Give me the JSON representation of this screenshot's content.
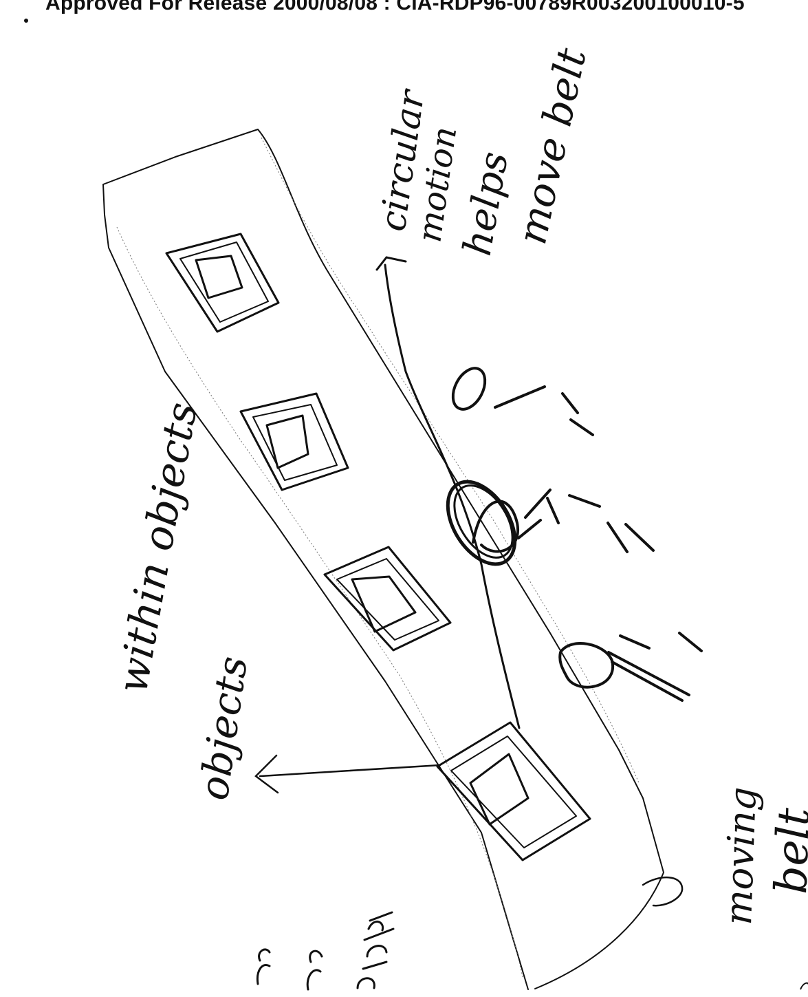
{
  "header": {
    "approval_stamp": "Approved For Release 2000/08/08 : CIA-RDP96-00789R003200100010-5"
  },
  "annotations": {
    "circular_motion": [
      "circular",
      "motion",
      "helps",
      "move belt"
    ],
    "moving_belt": [
      "moving",
      "belt"
    ],
    "objects": "objects",
    "within_objects": "within objects"
  },
  "colors": {
    "ink": "#111111",
    "paper": "#ffffff"
  }
}
